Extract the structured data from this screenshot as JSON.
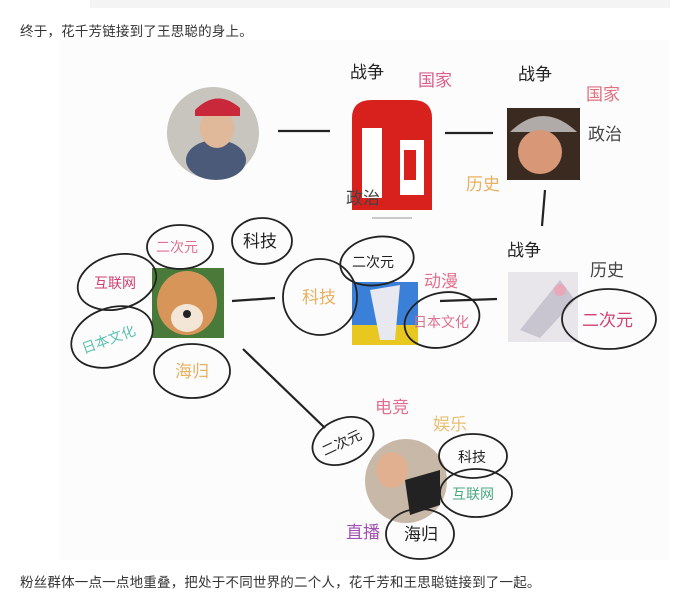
{
  "paragraphs": {
    "intro": "终于，花千芳链接到了王思聪的身上。",
    "conclusion": "粉丝群体一点一点地重叠，把处于不同世界的二个人，花千芳和王思聪链接到了一起。"
  },
  "diagram": {
    "node_logo": {
      "labels": [
        "战争",
        "国家",
        "政治"
      ]
    },
    "node_kid": {
      "labels": [
        "战争",
        "国家",
        "政治",
        "历史"
      ]
    },
    "node_shiba": {
      "labels": [
        "二次元",
        "科技",
        "互联网",
        "日本文化",
        "海归"
      ]
    },
    "node_anime": {
      "labels": [
        "科技",
        "二次元",
        "动漫",
        "日本文化"
      ]
    },
    "node_white": {
      "labels": [
        "战争",
        "历史",
        "二次元"
      ]
    },
    "node_wang": {
      "labels": [
        "电竞",
        "娱乐",
        "二次元",
        "科技",
        "互联网",
        "直播",
        "海归"
      ]
    }
  },
  "colors": {
    "pink": "#d9608a",
    "orange": "#e8b060",
    "green": "#4aa880",
    "teal": "#5cc0b0",
    "purple": "#a050b0",
    "ink": "#222222",
    "red": "#d8201c"
  }
}
